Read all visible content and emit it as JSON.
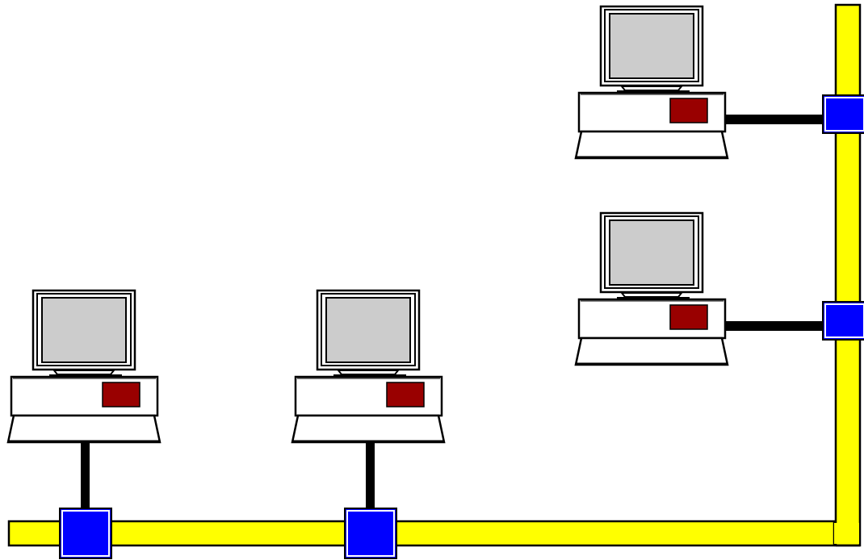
{
  "diagram": {
    "kind": "bus-topology-network",
    "colors": {
      "background": "#ffffff",
      "bus": "#ffff00",
      "connector": "#0000ff",
      "outline": "#000000",
      "screen": "#cccccc",
      "monitor_body": "#ffffff",
      "drive_bay": "#990000",
      "cable": "#000000"
    },
    "computers": [
      {
        "name": "computer-1",
        "icon": "desktop-computer-icon"
      },
      {
        "name": "computer-2",
        "icon": "desktop-computer-icon"
      },
      {
        "name": "computer-3",
        "icon": "desktop-computer-icon"
      },
      {
        "name": "computer-4",
        "icon": "desktop-computer-icon"
      }
    ],
    "connectors": [
      {
        "name": "connector-1",
        "icon": "bus-connector-icon"
      },
      {
        "name": "connector-2",
        "icon": "bus-connector-icon"
      },
      {
        "name": "connector-3",
        "icon": "bus-connector-icon"
      },
      {
        "name": "connector-4",
        "icon": "bus-connector-icon"
      }
    ]
  }
}
